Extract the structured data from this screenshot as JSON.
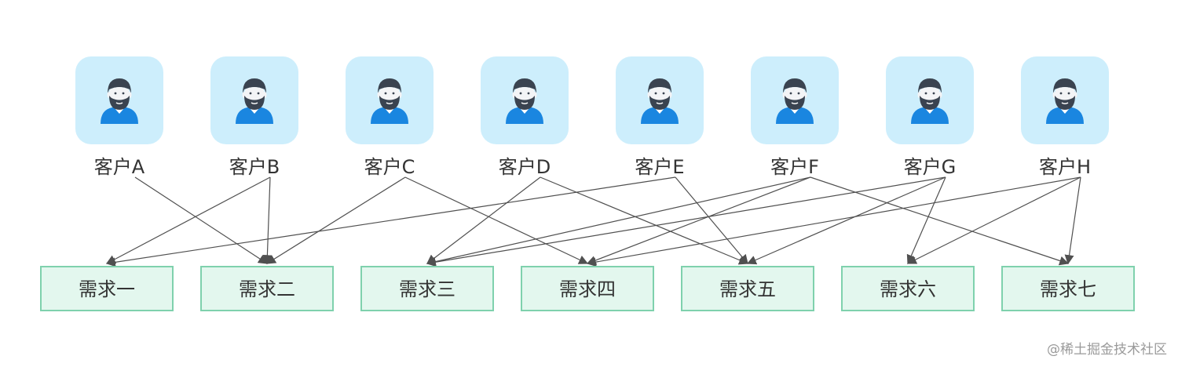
{
  "customers": [
    {
      "id": "A",
      "label": "客户A"
    },
    {
      "id": "B",
      "label": "客户B"
    },
    {
      "id": "C",
      "label": "客户C"
    },
    {
      "id": "D",
      "label": "客户D"
    },
    {
      "id": "E",
      "label": "客户E"
    },
    {
      "id": "F",
      "label": "客户F"
    },
    {
      "id": "G",
      "label": "客户G"
    },
    {
      "id": "H",
      "label": "客户H"
    }
  ],
  "requirements": [
    {
      "id": "1",
      "label": "需求一"
    },
    {
      "id": "2",
      "label": "需求二"
    },
    {
      "id": "3",
      "label": "需求三"
    },
    {
      "id": "4",
      "label": "需求四"
    },
    {
      "id": "5",
      "label": "需求五"
    },
    {
      "id": "6",
      "label": "需求六"
    },
    {
      "id": "7",
      "label": "需求七"
    }
  ],
  "edges": [
    {
      "from": "A",
      "to": "2"
    },
    {
      "from": "B",
      "to": "1"
    },
    {
      "from": "B",
      "to": "2"
    },
    {
      "from": "C",
      "to": "2"
    },
    {
      "from": "C",
      "to": "4"
    },
    {
      "from": "D",
      "to": "3"
    },
    {
      "from": "D",
      "to": "5"
    },
    {
      "from": "E",
      "to": "1"
    },
    {
      "from": "E",
      "to": "5"
    },
    {
      "from": "F",
      "to": "3"
    },
    {
      "from": "F",
      "to": "4"
    },
    {
      "from": "F",
      "to": "7"
    },
    {
      "from": "G",
      "to": "3"
    },
    {
      "from": "G",
      "to": "5"
    },
    {
      "from": "G",
      "to": "6"
    },
    {
      "from": "H",
      "to": "4"
    },
    {
      "from": "H",
      "to": "6"
    },
    {
      "from": "H",
      "to": "7"
    }
  ],
  "watermark": "@稀土掘金技术社区",
  "colors": {
    "avatar_bg": "#cdeefc",
    "hair": "#3a4350",
    "skin": "#f3f4f6",
    "shirt": "#1a86e0",
    "req_fill": "#e3f7ee",
    "req_stroke": "#7fd1ad",
    "edge": "#505050"
  }
}
